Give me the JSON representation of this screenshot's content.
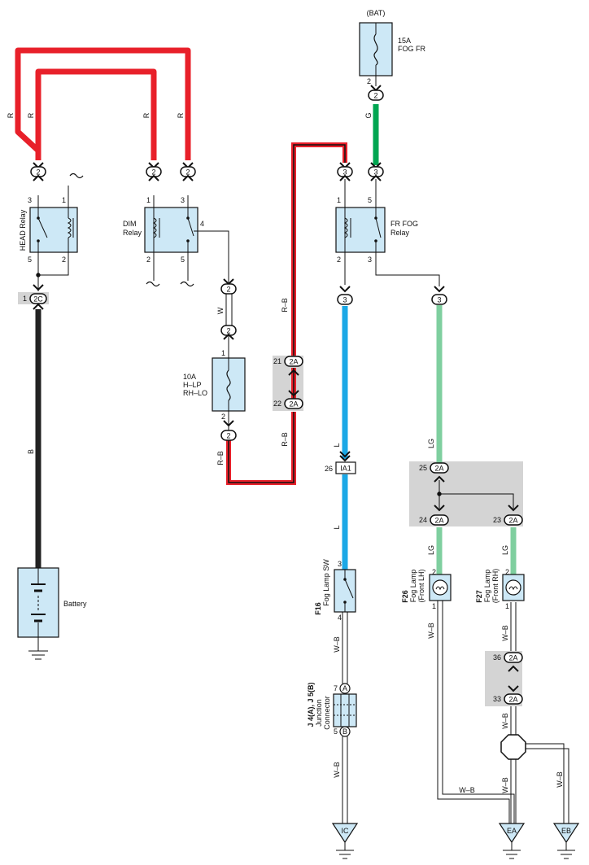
{
  "wire_codes": {
    "red": "R",
    "black": "B",
    "white": "W",
    "red_black": "R–B",
    "green": "G",
    "blue": "L",
    "light_green": "LG",
    "white_black": "W–B"
  },
  "colors": {
    "red": "#e8202a",
    "black": "#222222",
    "green": "#00a651",
    "blue": "#1ba8e6",
    "light_green": "#7fcf9f",
    "component_fill": "#cde8f6",
    "splice_shade": "#d4d4d4"
  },
  "components": {
    "head_relay": "HEAD Relay",
    "dim_relay_1": "DIM",
    "dim_relay_2": "Relay",
    "bat": "(BAT)",
    "fog_fuse_rating": "15A",
    "fog_fuse_name": "FOG FR",
    "fr_fog_relay_1": "FR FOG",
    "fr_fog_relay_2": "Relay",
    "hlp_fuse_rating": "10A",
    "hlp_fuse_name_1": "H–LP",
    "hlp_fuse_name_2": "RH–LO",
    "battery": "Battery",
    "fog_sw_code": "F16",
    "fog_sw_name": "Fog Lamp SW",
    "jc_code": "J 4(A), J 5(B)",
    "jc_name_1": "Junction",
    "jc_name_2": "Connector",
    "lamp_lh_code": "F26",
    "lamp_lh_name_1": "Fog Lamp",
    "lamp_lh_name_2": "(Front LH)",
    "lamp_rh_code": "F27",
    "lamp_rh_name_1": "Fog Lamp",
    "lamp_rh_name_2": "(Front RH)"
  },
  "connectors": {
    "c2": "2",
    "c3": "3",
    "c2A": "2A",
    "c2C": "2C",
    "cIA1": "IA1",
    "cA": "A",
    "cB": "B"
  },
  "pins": {
    "p1": "1",
    "p2": "2",
    "p3": "3",
    "p4": "4",
    "p5": "5",
    "p7": "7",
    "p21": "21",
    "p22": "22",
    "p23": "23",
    "p24": "24",
    "p25": "25",
    "p26": "26",
    "p33": "33",
    "p36": "36"
  },
  "grounds": {
    "ic": "IC",
    "ea": "EA",
    "eb": "EB"
  }
}
